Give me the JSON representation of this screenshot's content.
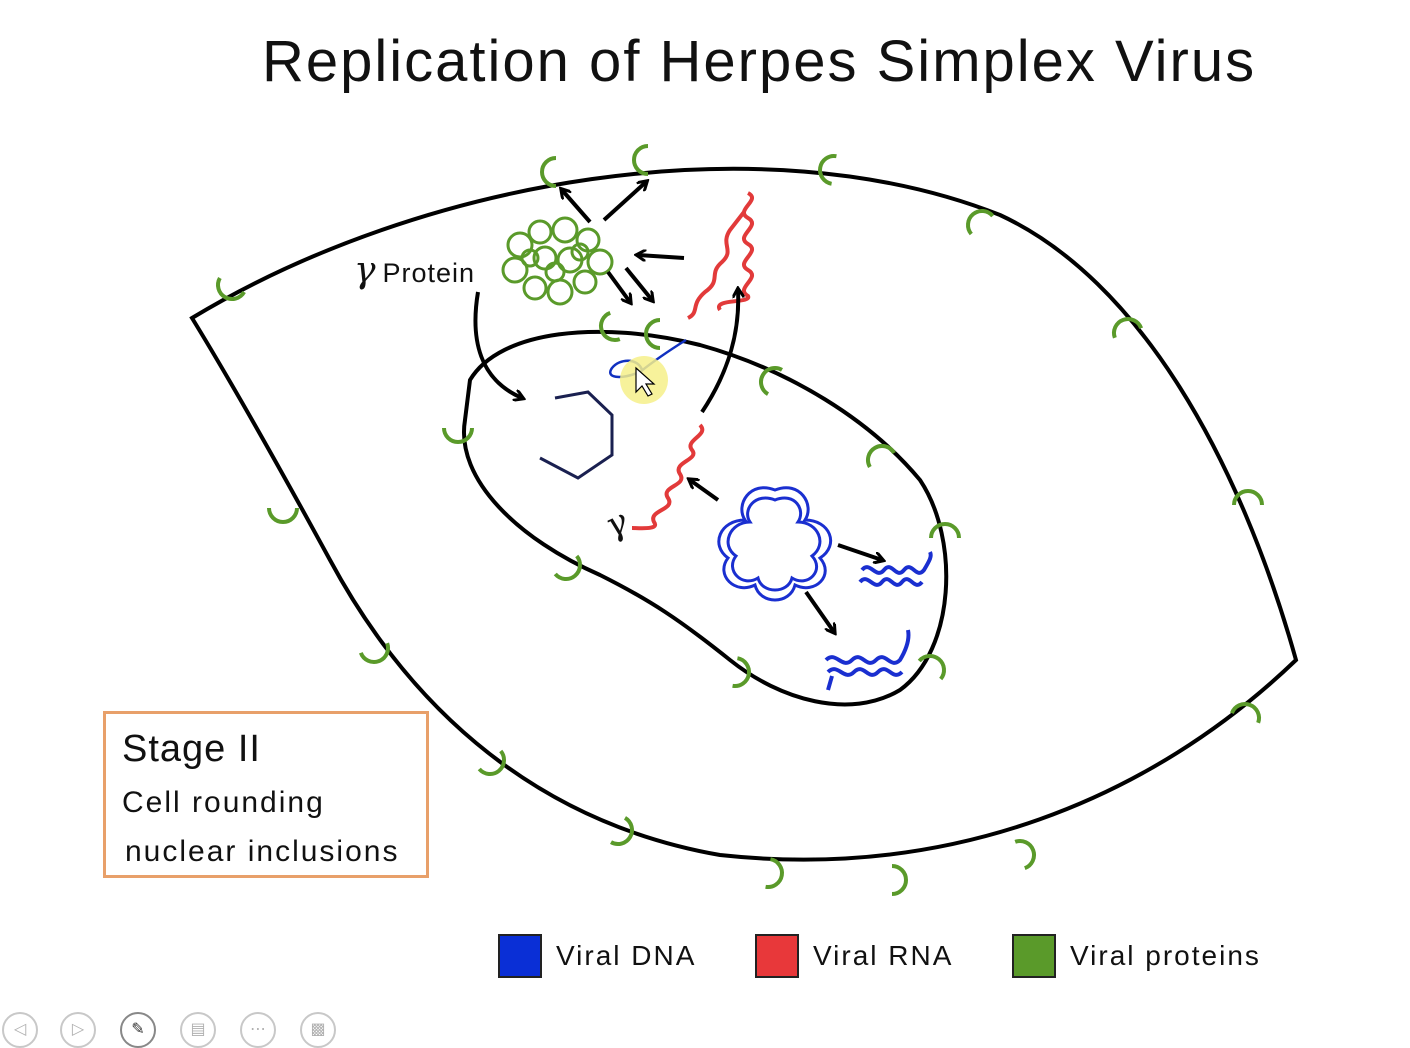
{
  "title": "Replication of Herpes Simplex Virus",
  "protein_label": {
    "greek": "γ",
    "text": "Protein"
  },
  "inner_gamma": "γ",
  "stage_box": {
    "heading": "Stage II",
    "line1": "Cell rounding",
    "line2": "nuclear inclusions"
  },
  "legend": [
    {
      "label": "Viral DNA",
      "color": "#0a2fd6"
    },
    {
      "label": "Viral RNA",
      "color": "#e8383a"
    },
    {
      "label": "Viral proteins",
      "color": "#5a9a2a"
    }
  ],
  "colors": {
    "dna": "#1a2fd0",
    "rna": "#e23a3a",
    "protein": "#5a9a2a",
    "outline": "#000000",
    "annotation": "#1030c0",
    "stage_border": "#e8a06a"
  },
  "controls": [
    {
      "icon": "previous-icon"
    },
    {
      "icon": "next-icon"
    },
    {
      "icon": "pen-icon"
    },
    {
      "icon": "slides-icon"
    },
    {
      "icon": "more-icon"
    },
    {
      "icon": "presenter-view-icon"
    }
  ]
}
